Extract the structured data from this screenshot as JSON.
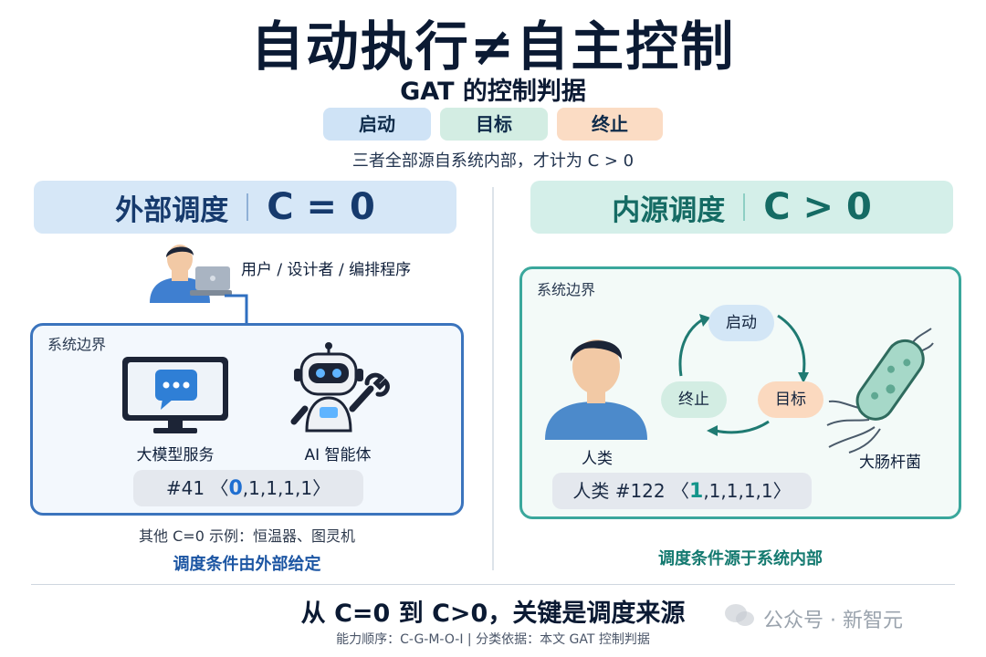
{
  "title": "自动执行≠自主控制",
  "subtitle": "GAT 的控制判据",
  "pills": {
    "start": "启动",
    "goal": "目标",
    "stop": "终止"
  },
  "condition_note": "三者全部源自系统内部，才计为 C > 0",
  "left": {
    "header_text": "外部调度",
    "header_formula": "C = 0",
    "actor_label": "用户 / 设计者 / 编排程序",
    "boundary_label": "系统边界",
    "item1": "大模型服务",
    "item2": "AI 智能体",
    "code_prefix": "#41 〈",
    "code_highlight": "0",
    "code_rest": ",1,1,1,1〉",
    "footnote": "其他 C=0 示例：恒温器、图灵机",
    "conclusion": "调度条件由外部给定"
  },
  "right": {
    "header_text": "内源调度",
    "header_formula": "C > 0",
    "boundary_label": "系统边界",
    "cycle": {
      "start": "启动",
      "goal": "目标",
      "stop": "终止"
    },
    "human_label": "人类",
    "bacteria_label": "大肠杆菌",
    "code_prefix": "人类  #122 〈",
    "code_highlight": "1",
    "code_rest": ",1,1,1,1〉",
    "conclusion": "调度条件源于系统内部"
  },
  "bottom": {
    "title": "从 C=0 到 C>0，关键是调度来源",
    "note": "能力顺序：C-G-M-O-I  |  分类依据：本文 GAT 控制判据"
  },
  "watermark": "公众号 · 新智元",
  "colors": {
    "left_accent": "#3b74bd",
    "right_accent": "#3aa79c",
    "pill_start": "#cfe3f6",
    "pill_goal": "#d3ede3",
    "pill_stop": "#fbdcc4"
  }
}
